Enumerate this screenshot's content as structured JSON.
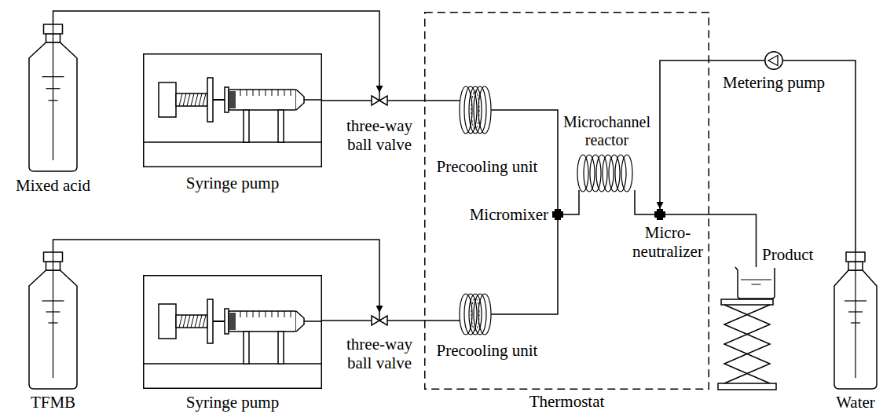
{
  "diagram": {
    "nodes": [
      {
        "text": [
          "Mixed acid"
        ]
      },
      {
        "text": [
          "Syringe pump"
        ]
      },
      {
        "text": [
          "three-way ball valve"
        ]
      },
      {
        "text": [
          "Thermostat"
        ]
      },
      {
        "text": [
          "Precooling unit"
        ],
        "in": 3
      },
      {
        "text": [
          "Micromixer"
        ],
        "in": 3
      },
      {
        "text": [
          "Microchannel reactor"
        ],
        "in": 3
      },
      {
        "text": [
          "Micro- neutralizer"
        ],
        "in": 3
      },
      {
        "text": [
          "Metering pump"
        ]
      },
      {
        "text": [
          "Product"
        ]
      },
      {
        "text": [
          "Water"
        ]
      },
      {
        "text": [
          "TFMB"
        ]
      },
      {
        "text": [
          "Syringe pump"
        ]
      },
      {
        "text": [
          "three-way ball valve"
        ]
      },
      {
        "text": [
          "Precooling unit"
        ],
        "in": 3
      }
    ],
    "edges": [
      {
        "from": 0,
        "to": 2,
        "arrow": "to"
      },
      {
        "from": 1,
        "to": 2,
        "arrow": "none"
      },
      {
        "from": 2,
        "to": 4,
        "arrow": "none"
      },
      {
        "from": 4,
        "to": 5,
        "arrow": "none"
      },
      {
        "from": 11,
        "to": 13,
        "arrow": "to"
      },
      {
        "from": 12,
        "to": 13,
        "arrow": "none"
      },
      {
        "from": 13,
        "to": 14,
        "arrow": "none"
      },
      {
        "from": 14,
        "to": 5,
        "arrow": "none"
      },
      {
        "from": 5,
        "to": 6,
        "arrow": "none"
      },
      {
        "from": 6,
        "to": 7,
        "arrow": "none"
      },
      {
        "from": 10,
        "to": 8,
        "arrow": "none"
      },
      {
        "from": 8,
        "to": 7,
        "arrow": "to"
      },
      {
        "from": 7,
        "to": 9,
        "arrow": "none"
      }
    ]
  }
}
